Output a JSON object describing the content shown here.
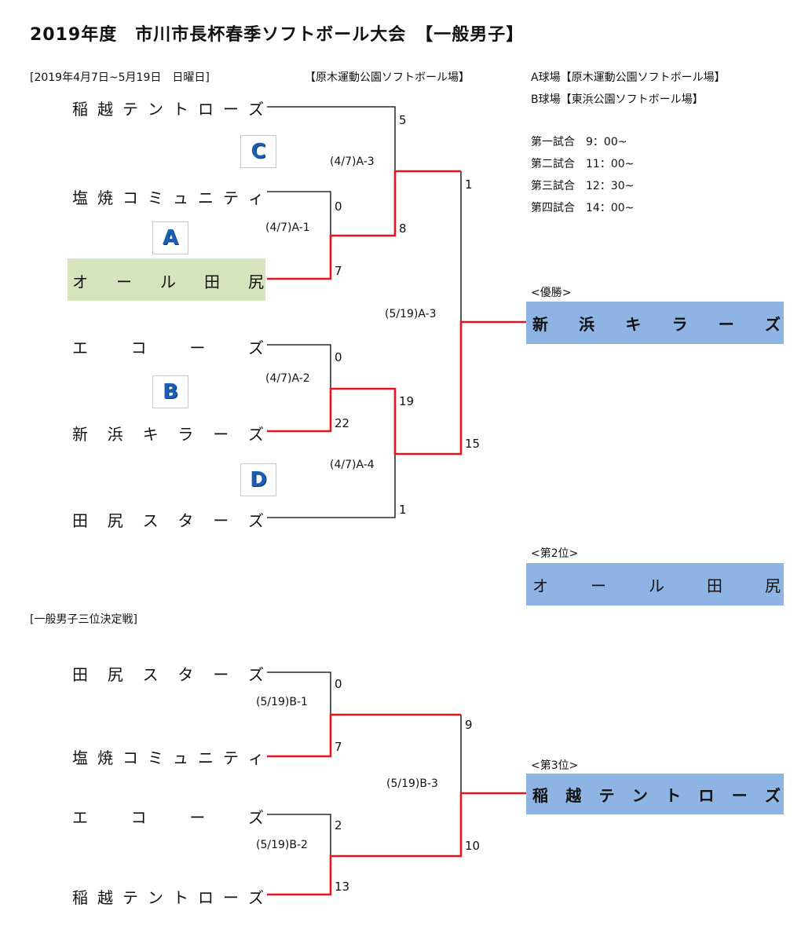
{
  "title": "2019年度　市川市長杯春季ソフトボール大会　【一般男子】",
  "schedule": {
    "dates": "[2019年4月7日~5月19日　日曜日]",
    "venue": "【原木運動公園ソフトボール場】",
    "field_a": "A球場【原木運動公園ソフトボール場】",
    "field_b": "B球場【東浜公園ソフトボール場】",
    "games": [
      "第一試合　9：00~",
      "第二試合　11：00~",
      "第三試合　12：30~",
      "第四試合　14：00~"
    ]
  },
  "main_bracket": {
    "teams": [
      [
        "稲",
        "越",
        "テ",
        "ン",
        "ト",
        "ロ",
        "ー",
        "ズ"
      ],
      [
        "塩",
        "焼",
        "コ",
        "ミ",
        "ュ",
        "ニ",
        "テ",
        "ィ"
      ],
      [
        "オ",
        "ー",
        "ル",
        "田",
        "尻"
      ],
      [
        "エ",
        "コ",
        "ー",
        "ズ"
      ],
      [
        "新",
        "浜",
        "キ",
        "ラ",
        "ー",
        "ズ"
      ],
      [
        "田",
        "尻",
        "ス",
        "タ",
        "ー",
        "ズ"
      ]
    ],
    "badges": [
      "C",
      "A",
      "B",
      "D"
    ],
    "matches": [
      "(4/7)A-3",
      "(4/7)A-1",
      "(4/7)A-2",
      "(4/7)A-4",
      "(5/19)A-3"
    ],
    "scores": [
      "5",
      "0",
      "7",
      "8",
      "0",
      "22",
      "19",
      "1",
      "1",
      "15"
    ]
  },
  "results": {
    "champion_label": "<優勝>",
    "champion": [
      "新",
      "浜",
      "キ",
      "ラ",
      "ー",
      "ズ"
    ],
    "second_label": "<第2位>",
    "second": [
      "オ",
      "ー",
      "ル",
      "田",
      "尻"
    ],
    "third_label": "<第3位>",
    "third": [
      "稲",
      "越",
      "テ",
      "ン",
      "ト",
      "ロ",
      "ー",
      "ズ"
    ]
  },
  "third_place": {
    "heading": "[一般男子三位決定戦]",
    "teams": [
      [
        "田",
        "尻",
        "ス",
        "タ",
        "ー",
        "ズ"
      ],
      [
        "塩",
        "焼",
        "コ",
        "ミ",
        "ュ",
        "ニ",
        "テ",
        "ィ"
      ],
      [
        "エ",
        "コ",
        "ー",
        "ズ"
      ],
      [
        "稲",
        "越",
        "テ",
        "ン",
        "ト",
        "ロ",
        "ー",
        "ズ"
      ]
    ],
    "matches": [
      "(5/19)B-1",
      "(5/19)B-3",
      "(5/19)B-2"
    ],
    "scores": [
      "0",
      "7",
      "9",
      "2",
      "13",
      "10"
    ]
  },
  "colors": {
    "winner_line": "#e8141b",
    "loser_line": "#000000",
    "highlight": "#d6e3bc",
    "result_fill": "#8eb4e3",
    "badge_text": "#1a5fb4"
  }
}
